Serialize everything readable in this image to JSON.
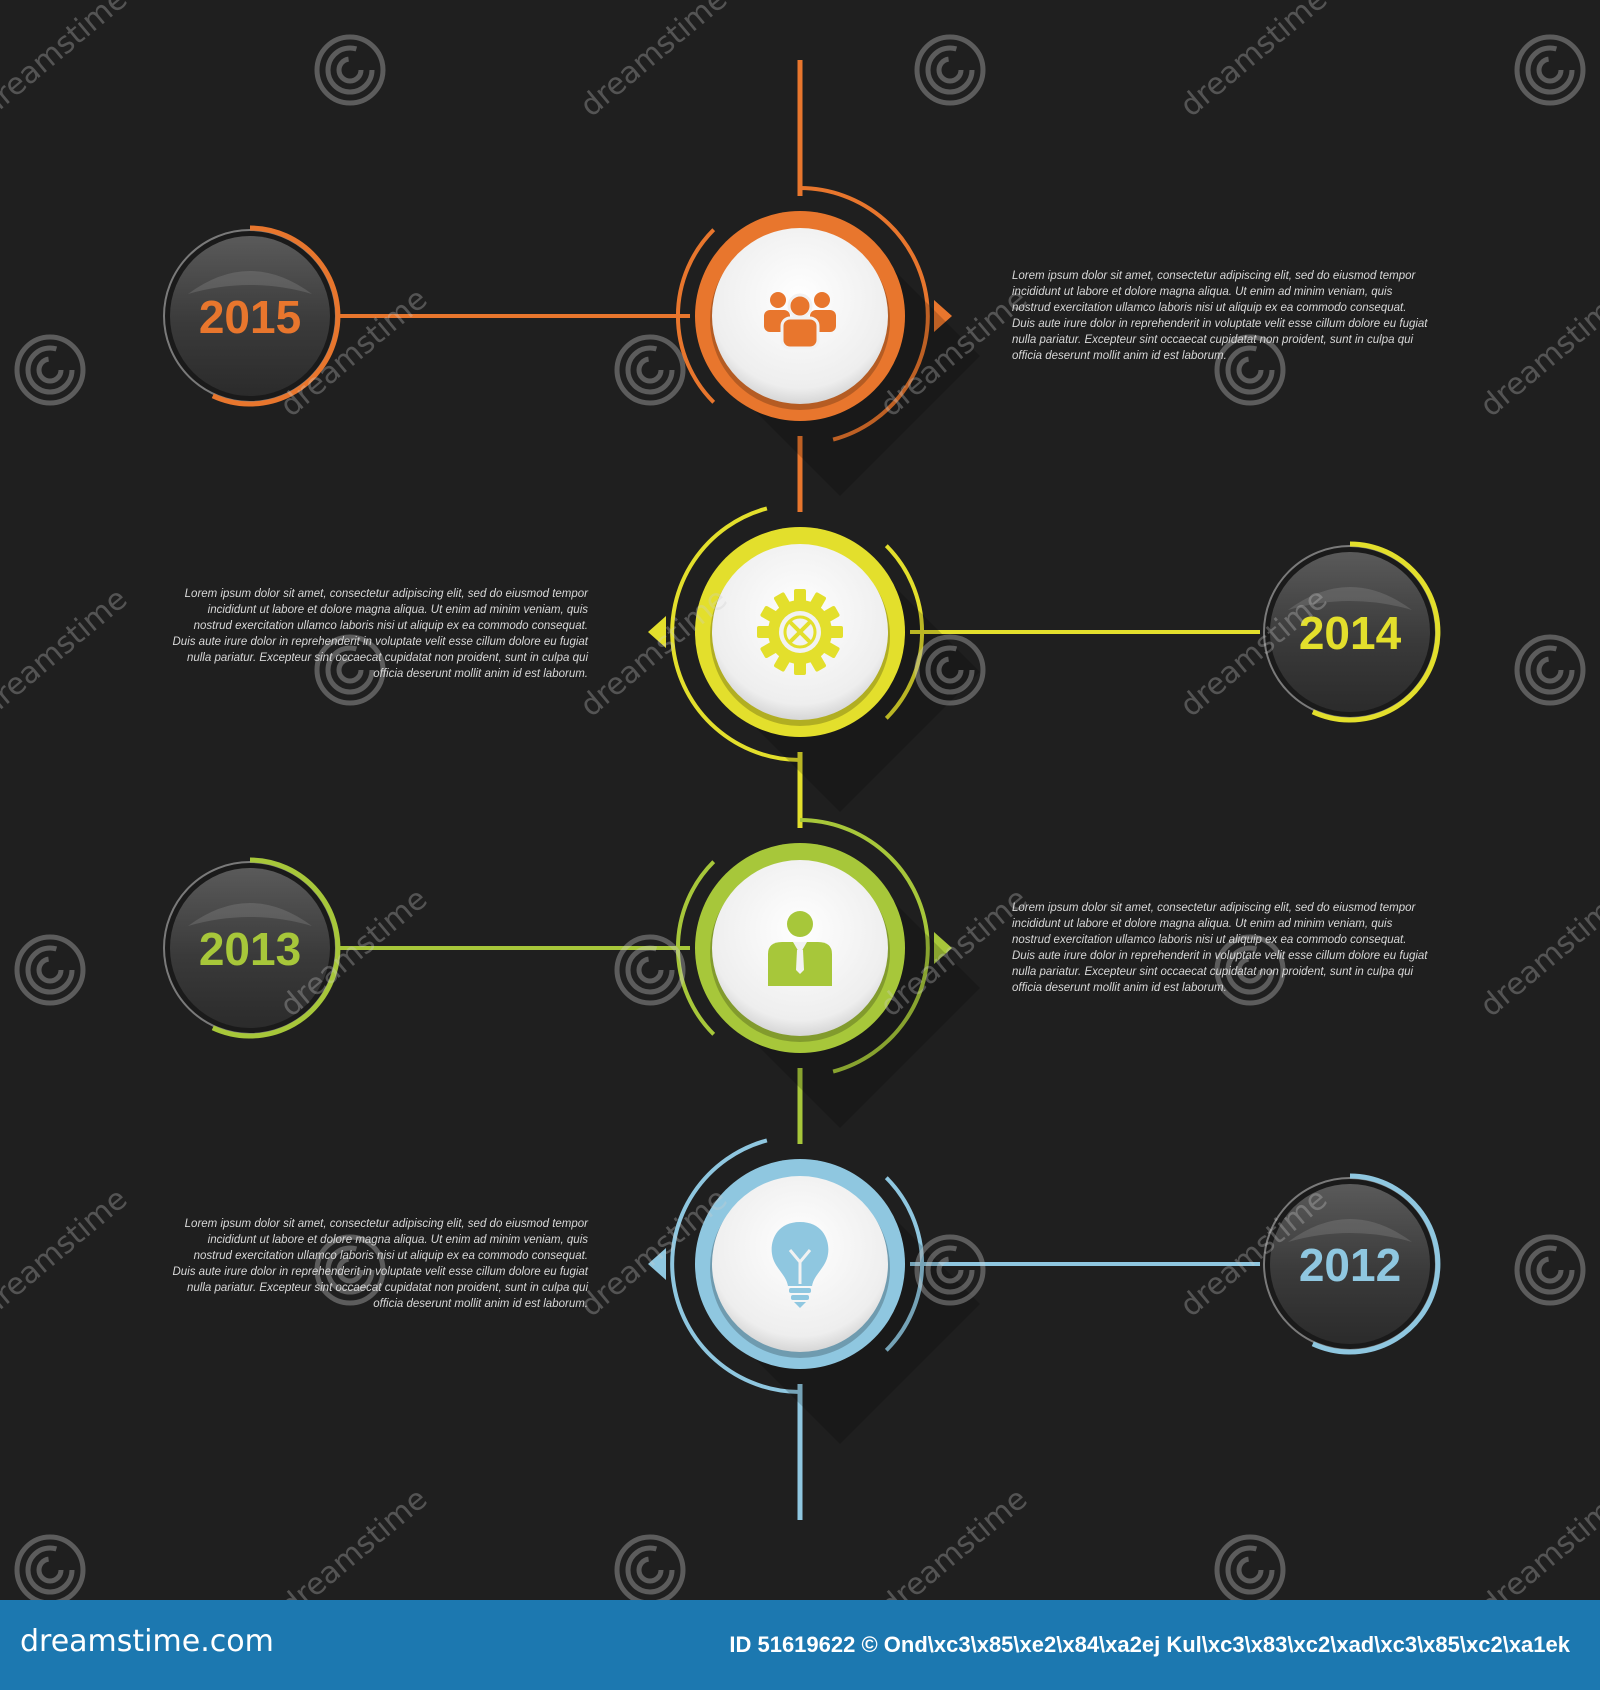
{
  "watermark": {
    "text": "dreamstime"
  },
  "timeline": [
    {
      "year": "2015",
      "color": "#e8762d",
      "icon": "team-icon",
      "side": "left",
      "description": "Lorem ipsum dolor sit amet, consectetur adipiscing elit, sed do eiusmod tempor incididunt ut labore et dolore magna aliqua. Ut enim ad minim veniam, quis nostrud exercitation ullamco laboris nisi ut aliquip ex ea commodo consequat. Duis aute irure dolor in reprehenderit in voluptate velit esse cillum dolore eu fugiat nulla pariatur. Excepteur sint occaecat cupidatat non proident, sunt in culpa qui officia deserunt mollit anim id est laborum."
    },
    {
      "year": "2014",
      "color": "#e3df2c",
      "icon": "gear-icon",
      "side": "right",
      "description": "Lorem ipsum dolor sit amet, consectetur adipiscing elit, sed do eiusmod tempor incididunt ut labore et dolore magna aliqua. Ut enim ad minim veniam, quis nostrud exercitation ullamco laboris nisi ut aliquip ex ea commodo consequat. Duis aute irure dolor in reprehenderit in voluptate velit esse cillum dolore eu fugiat nulla pariatur. Excepteur sint occaecat cupidatat non proident, sunt in culpa qui officia deserunt mollit anim id est laborum."
    },
    {
      "year": "2013",
      "color": "#a7c73a",
      "icon": "person-icon",
      "side": "left",
      "description": "Lorem ipsum dolor sit amet, consectetur adipiscing elit, sed do eiusmod tempor incididunt ut labore et dolore magna aliqua. Ut enim ad minim veniam, quis nostrud exercitation ullamco laboris nisi ut aliquip ex ea commodo consequat. Duis aute irure dolor in reprehenderit in voluptate velit esse cillum dolore eu fugiat nulla pariatur. Excepteur sint occaecat cupidatat non proident, sunt in culpa qui officia deserunt mollit anim id est laborum."
    },
    {
      "year": "2012",
      "color": "#8fc7e0",
      "icon": "lightbulb-icon",
      "side": "right",
      "description": "Lorem ipsum dolor sit amet, consectetur adipiscing elit, sed do eiusmod tempor incididunt ut labore et dolore magna aliqua. Ut enim ad minim veniam, quis nostrud exercitation ullamco laboris nisi ut aliquip ex ea commodo consequat. Duis aute irure dolor in reprehenderit in voluptate velit esse cillum dolore eu fugiat nulla pariatur. Excepteur sint occaecat cupidatat non proident, sunt in culpa qui officia deserunt mollit anim id est laborum."
    }
  ],
  "footer": {
    "brand": "dreamstime.com",
    "credit": "ID 51619622 © Ond\\xc3\\x85\\xe2\\x84\\xa2ej Kul\\xc3\\x83\\xc2\\xad\\xc3\\x85\\xc2\\xa1ek",
    "background": "#1c78b0"
  }
}
